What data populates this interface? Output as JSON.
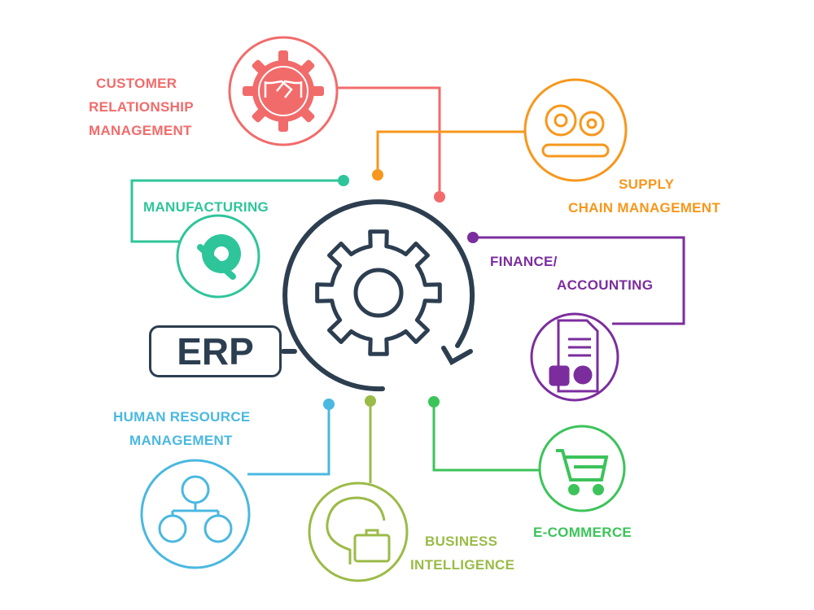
{
  "center": {
    "label": "ERP"
  },
  "modules": [
    {
      "id": "crm",
      "lines": [
        "CUSTOMER",
        "RELATIONSHIP",
        "MANAGEMENT"
      ],
      "color": "#f26b6b",
      "icon": "handshake-gear-icon"
    },
    {
      "id": "scm",
      "lines": [
        "SUPPLY",
        "CHAIN MANAGEMENT"
      ],
      "color": "#f7971c",
      "icon": "gears-chain-icon"
    },
    {
      "id": "mfg",
      "lines": [
        "MANUFACTURING"
      ],
      "color": "#2ec59a",
      "icon": "wrench-gear-icon"
    },
    {
      "id": "fin",
      "lines": [
        "FINANCE/",
        "ACCOUNTING"
      ],
      "color": "#7b2d9e",
      "icon": "financial-report-icon"
    },
    {
      "id": "hr",
      "lines": [
        "HUMAN RESOURCE",
        "MANAGEMENT"
      ],
      "color": "#4ab8e0",
      "icon": "org-chart-people-icon"
    },
    {
      "id": "bi",
      "lines": [
        "BUSINESS",
        "INTELLIGENCE"
      ],
      "color": "#9bbb47",
      "icon": "ai-head-briefcase-icon"
    },
    {
      "id": "ecom",
      "lines": [
        "E-COMMERCE"
      ],
      "color": "#3cc35a",
      "icon": "shopping-cart-icon"
    }
  ]
}
